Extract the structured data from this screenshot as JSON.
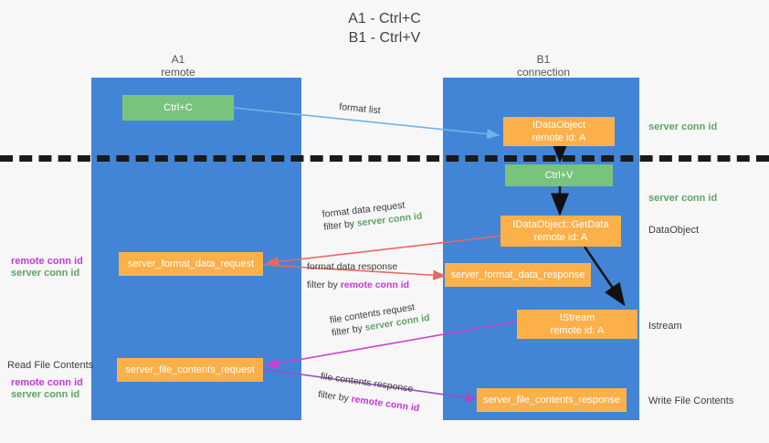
{
  "title": {
    "line1": "A1 - Ctrl+C",
    "line2": "B1 - Ctrl+V"
  },
  "columns": [
    {
      "name": "A1",
      "sub": "remote"
    },
    {
      "name": "B1",
      "sub": "connection"
    }
  ],
  "nodes": {
    "ctrl_c": {
      "label": "Ctrl+C"
    },
    "idataobject": {
      "line1": "IDataObject",
      "line2": "remote id: A"
    },
    "ctrl_v": {
      "label": "Ctrl+V"
    },
    "getdata": {
      "line1": "IDataObject::GetData",
      "line2": "remote id: A"
    },
    "istream": {
      "line1": "IStream",
      "line2": "remote id: A"
    },
    "format_data_request": {
      "label": "server_format_data_request"
    },
    "format_data_response": {
      "label": "server_format_data_response"
    },
    "file_contents_request": {
      "label": "server_file_contents_request"
    },
    "file_contents_response": {
      "label": "server_file_contents_response"
    }
  },
  "edges": {
    "format_list": {
      "label": "format list"
    },
    "format_data_request": {
      "line1": "format data request",
      "filter_prefix": "filter by ",
      "filter_value": "server conn id"
    },
    "format_data_response": {
      "line1": "format data response",
      "filter_prefix": "filter by ",
      "filter_value": "remote conn id"
    },
    "file_contents_request": {
      "line1": "file contents request",
      "filter_prefix": "filter by ",
      "filter_value": "server conn id"
    },
    "file_contents_response": {
      "line1": "file contents response",
      "filter_prefix": "filter by ",
      "filter_value": "remote conn id"
    }
  },
  "annotations": {
    "right_server_conn_top": "server conn id",
    "right_server_conn_mid": "server conn id",
    "right_dataobject": "DataObject",
    "right_istream": "Istream",
    "right_write_file": "Write File Contents",
    "left_remote_conn_1": "remote conn id",
    "left_server_conn_1": "server conn id",
    "left_read_file": "Read File Contents",
    "left_remote_conn_2": "remote conn id",
    "left_server_conn_2": "server conn id"
  },
  "colors": {
    "lane": "#4285d6",
    "green_node": "#79c47c",
    "orange_node": "#fbb04a",
    "green_text": "#5fa463",
    "magenta_text": "#c23bd6",
    "arrow_blue": "#6fb3e8",
    "arrow_red": "#e8685e",
    "arrow_magenta": "#cf3fd1",
    "arrow_purple": "#9b4fc8",
    "arrow_black": "#111111",
    "background": "#f7f7f7"
  }
}
